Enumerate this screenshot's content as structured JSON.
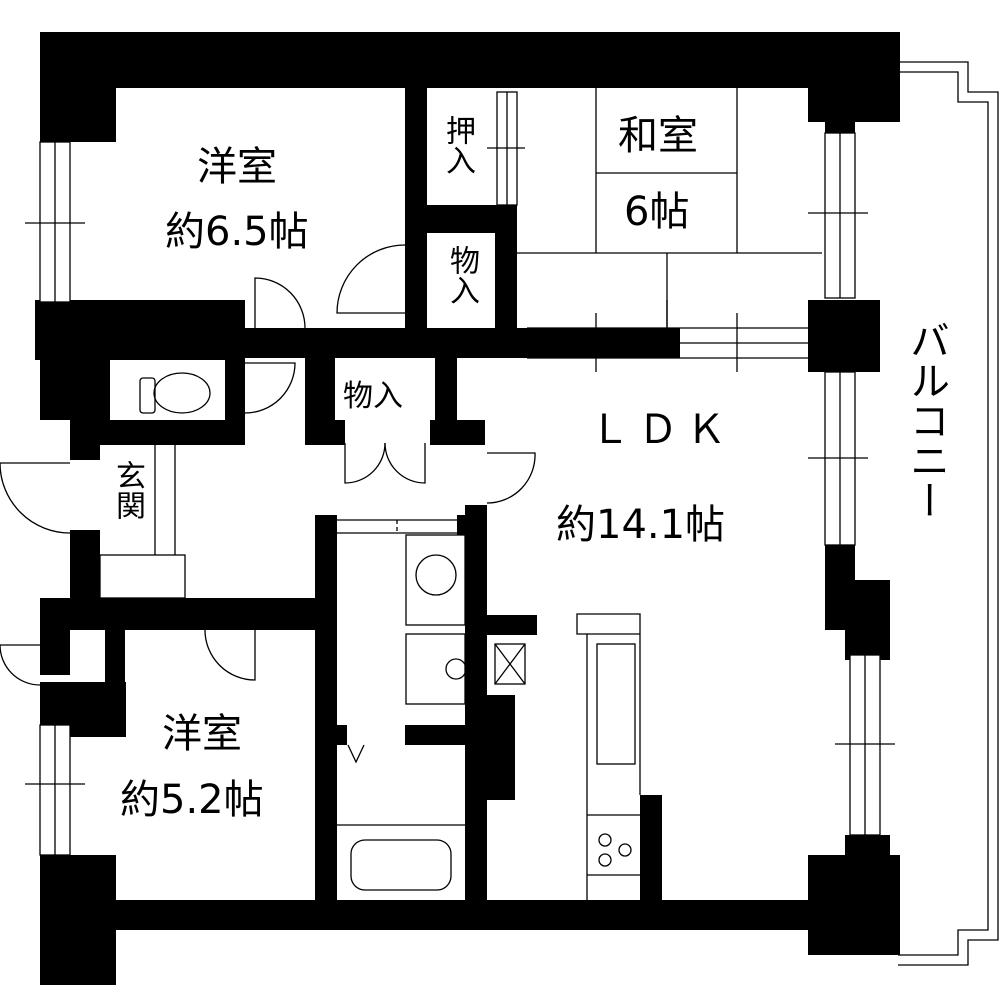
{
  "floorplan": {
    "rooms": {
      "western_room_1": {
        "name": "洋室",
        "size": "約6.5帖"
      },
      "japanese_room": {
        "name": "和室",
        "size": "6帖"
      },
      "ldk": {
        "name": "ＬＤＫ",
        "size": "約14.1帖"
      },
      "western_room_2": {
        "name": "洋室",
        "size": "約5.2帖"
      },
      "entrance": {
        "name": "玄関"
      },
      "balcony": {
        "name": "バルコニー"
      }
    },
    "storage": {
      "oshiire": "押入",
      "closet_1": "物入",
      "closet_2": "物入"
    },
    "colors": {
      "wall": "#000000",
      "background": "#ffffff"
    }
  }
}
